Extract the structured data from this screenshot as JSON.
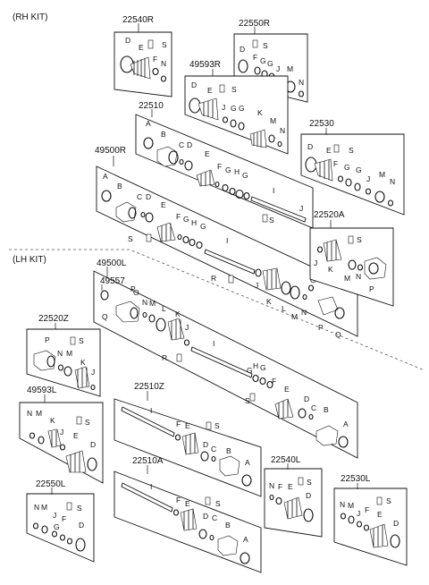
{
  "sections": {
    "rh": "(RH KIT)",
    "lh": "(LH KIT)"
  },
  "kits": [
    {
      "id": "22540R",
      "number": "22540R",
      "letters": [
        "D",
        "E",
        "S",
        "F",
        "N"
      ]
    },
    {
      "id": "22550R",
      "number": "22550R",
      "letters": [
        "D",
        "S",
        "F",
        "G",
        "G",
        "J",
        "M",
        "N"
      ]
    },
    {
      "id": "49593R",
      "number": "49593R",
      "letters": [
        "D",
        "E",
        "S",
        "J",
        "G",
        "G",
        "K",
        "M",
        "N"
      ]
    },
    {
      "id": "22510",
      "number": "22510",
      "letters": [
        "A",
        "B",
        "C",
        "D",
        "E",
        "F",
        "G",
        "H",
        "G",
        "I",
        "S",
        "J"
      ]
    },
    {
      "id": "22530",
      "number": "22530",
      "letters": [
        "D",
        "E",
        "S",
        "F",
        "G",
        "G",
        "J",
        "M",
        "N"
      ]
    },
    {
      "id": "49500R",
      "number": "49500R",
      "letters": [
        "A",
        "B",
        "C",
        "D",
        "E",
        "F",
        "G",
        "H",
        "G",
        "S",
        "I",
        "R",
        "J",
        "K",
        "L",
        "M",
        "O",
        "N",
        "P",
        "Q"
      ]
    },
    {
      "id": "22520A",
      "number": "22520A",
      "letters": [
        "J",
        "S",
        "K",
        "M",
        "N",
        "P"
      ]
    },
    {
      "id": "49500L",
      "number": "49500L",
      "letters": []
    },
    {
      "id": "49557",
      "number": "49557",
      "letters": [
        "O",
        "P",
        "Q",
        "N",
        "M",
        "L",
        "K",
        "J",
        "I",
        "R",
        "G",
        "H",
        "G",
        "F",
        "E",
        "S",
        "D",
        "C",
        "B",
        "A"
      ]
    },
    {
      "id": "22520Z",
      "number": "22520Z",
      "letters": [
        "P",
        "S",
        "N",
        "M",
        "K",
        "J"
      ]
    },
    {
      "id": "49593L",
      "number": "49593L",
      "letters": [
        "N",
        "M",
        "K",
        "J",
        "S",
        "E",
        "D"
      ]
    },
    {
      "id": "22510Z",
      "number": "22510Z",
      "letters": [
        "I",
        "F",
        "E",
        "S",
        "D",
        "C",
        "B",
        "A"
      ]
    },
    {
      "id": "22510A",
      "number": "22510A",
      "letters": [
        "I",
        "F",
        "E",
        "S",
        "D",
        "C",
        "B",
        "A"
      ]
    },
    {
      "id": "22540L",
      "number": "22540L",
      "letters": [
        "N",
        "F",
        "E",
        "S",
        "D"
      ]
    },
    {
      "id": "22550L",
      "number": "22550L",
      "letters": [
        "N",
        "M",
        "J",
        "F",
        "G",
        "S",
        "D"
      ]
    },
    {
      "id": "22530L",
      "number": "22530L",
      "letters": [
        "N",
        "M",
        "J",
        "F",
        "E",
        "S",
        "D"
      ]
    }
  ]
}
